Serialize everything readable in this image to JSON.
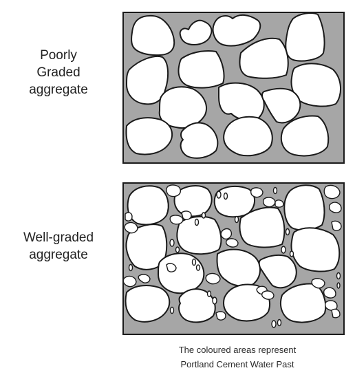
{
  "labels": {
    "poorly_graded": [
      "Poorly",
      "Graded",
      "aggregate"
    ],
    "well_graded": [
      "Well-graded",
      "aggregate"
    ]
  },
  "caption": [
    "The coloured areas represent",
    "Portland Cement Water Past"
  ],
  "colors": {
    "paste": "#a6a6a6",
    "aggregate": "#ffffff",
    "outline": "#1a1a1a"
  }
}
